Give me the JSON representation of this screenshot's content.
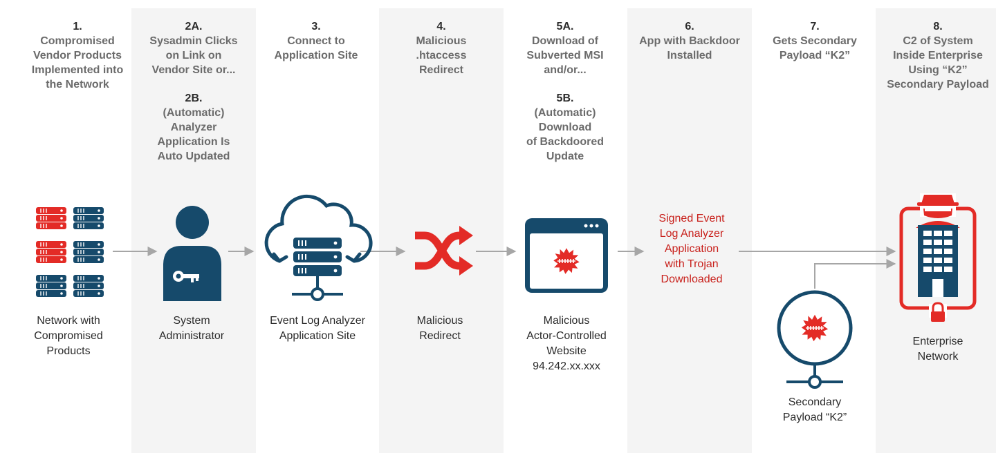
{
  "stages": [
    {
      "blocks": [
        {
          "num": "1.",
          "lines": [
            "Compromised",
            "Vendor Products",
            "Implemented into",
            "the Network"
          ]
        }
      ]
    },
    {
      "blocks": [
        {
          "num": "2A.",
          "lines": [
            "Sysadmin Clicks",
            "on Link on",
            "Vendor Site or..."
          ]
        },
        {
          "num": "2B.",
          "lines": [
            "(Automatic)",
            "Analyzer",
            "Application Is",
            "Auto Updated"
          ]
        }
      ]
    },
    {
      "blocks": [
        {
          "num": "3.",
          "lines": [
            "Connect to",
            "Application Site"
          ]
        }
      ]
    },
    {
      "blocks": [
        {
          "num": "4.",
          "lines": [
            "Malicious",
            ".htaccess",
            "Redirect"
          ]
        }
      ]
    },
    {
      "blocks": [
        {
          "num": "5A.",
          "lines": [
            "Download of",
            "Subverted MSI",
            "and/or..."
          ]
        },
        {
          "num": "5B.",
          "lines": [
            "(Automatic)",
            "Download",
            "of Backdoored",
            "Update"
          ]
        }
      ]
    },
    {
      "blocks": [
        {
          "num": "6.",
          "lines": [
            "App with Backdoor",
            "Installed"
          ]
        }
      ]
    },
    {
      "blocks": [
        {
          "num": "7.",
          "lines": [
            "Gets Secondary",
            "Payload “K2”"
          ]
        }
      ]
    },
    {
      "blocks": [
        {
          "num": "8.",
          "lines": [
            "C2 of System",
            "Inside Enterprise",
            "Using “K2”",
            "Secondary Payload"
          ]
        }
      ]
    }
  ],
  "nodes": {
    "network": {
      "lines": [
        "Network with",
        "Compromised",
        "Products"
      ]
    },
    "sysadmin": {
      "lines": [
        "System",
        "Administrator"
      ]
    },
    "app_site": {
      "lines": [
        "Event Log Analyzer",
        "Application Site"
      ]
    },
    "redirect": {
      "lines": [
        "Malicious",
        "Redirect"
      ]
    },
    "website": {
      "lines": [
        "Malicious",
        "Actor-Controlled",
        "Website",
        "94.242.xx.xxx"
      ]
    },
    "payload": {
      "lines": [
        "Secondary",
        "Payload “K2”"
      ]
    },
    "enterprise": {
      "lines": [
        "Enterprise",
        "Network"
      ]
    }
  },
  "trojan_note": {
    "lines": [
      "Signed Event",
      "Log Analyzer",
      "Application",
      "with Trojan",
      "Downloaded"
    ]
  },
  "colors": {
    "navy": "#164a6b",
    "red": "#e32b26",
    "dark_red": "#c8201b",
    "band": "#f4f4f4",
    "arrow": "#a6a6a6",
    "heading": "#6b6b6b"
  },
  "icons": [
    "server-rack-icon",
    "user-key-icon",
    "cloud-server-icon",
    "shuffle-icon",
    "browser-malware-icon",
    "malware-node-icon",
    "spy-icon",
    "building-icon",
    "lock-icon"
  ]
}
